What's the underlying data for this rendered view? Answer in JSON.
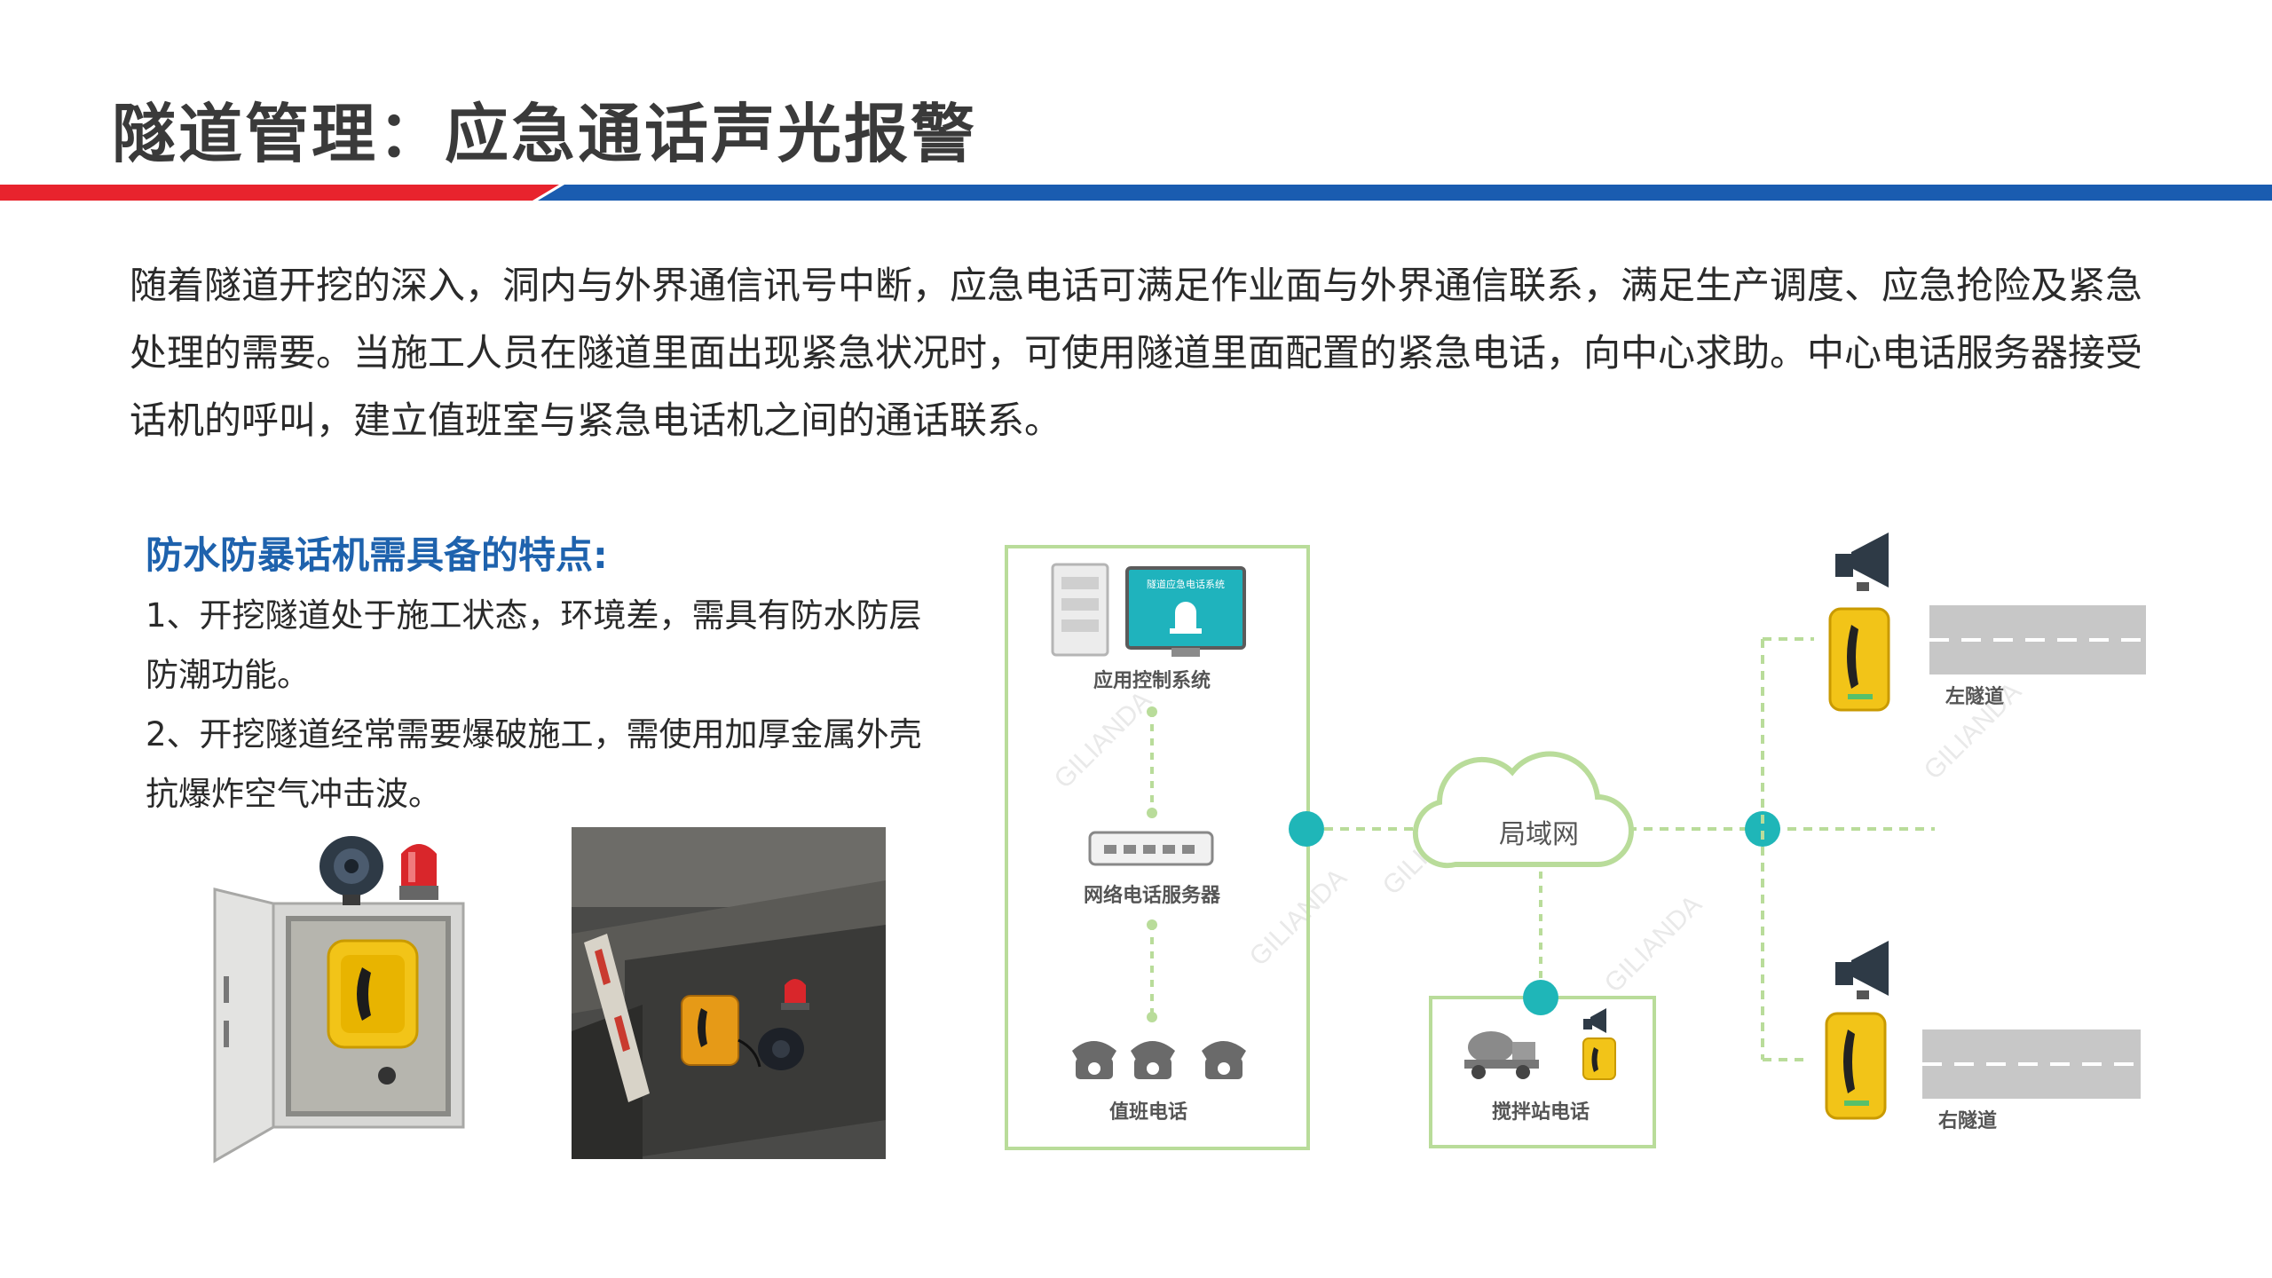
{
  "title": "隧道管理：应急通话声光报警",
  "intro": "随着隧道开挖的深入，洞内与外界通信讯号中断，应急电话可满足作业面与外界通信联系，满足生产调度、应急抢险及紧急处理的需要。当施工人员在隧道里面出现紧急状况时，可使用隧道里面配置的紧急电话，向中心求助。中心电话服务器接受话机的呼叫，建立值班室与紧急电话机之间的通话联系。",
  "features": {
    "title": "防水防暴话机需具备的特点:",
    "items": [
      "1、开挖隧道处于施工状态，环境差，需具有防水防层防潮功能。",
      "2、开挖隧道经常需要爆破施工，需使用加厚金属外壳抗爆炸空气冲击波。"
    ]
  },
  "diagram": {
    "screen_caption": "隧道应急电话系统",
    "nodes": {
      "control_system": "应用控制系统",
      "phone_server": "网络电话服务器",
      "duty_phone": "值班电话",
      "lan": "局域网",
      "mixing_station": "搅拌站电话",
      "left_tunnel": "左隧道",
      "right_tunnel": "右隧道"
    },
    "watermark": "GILIANDA"
  },
  "colors": {
    "title_bar_red": "#e8232d",
    "title_bar_blue": "#1a5cb0",
    "feature_title": "#1e62ad",
    "frame_green": "#b9dc9a",
    "node_teal": "#1fb6b8",
    "phone_yellow": "#f2c418"
  }
}
